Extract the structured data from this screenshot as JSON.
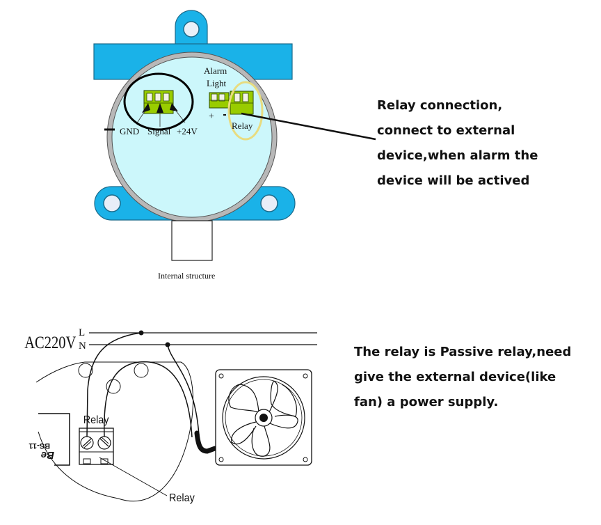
{
  "top_diagram": {
    "caption": "Internal structure",
    "labels": {
      "alarm": "Alarm",
      "light": "Light",
      "plus": "+",
      "minus": "-",
      "relay": "Relay",
      "gnd": "GND",
      "signal": "Signal",
      "v24": "+24V"
    },
    "colors": {
      "housing": "#1ab2e8",
      "face": "#ccf7fb",
      "rim": "#b8b8b8",
      "terminal": "#99cc00",
      "highlight_ring": "#e8dc80"
    }
  },
  "top_note": {
    "lines": [
      "Relay connection,",
      "connect to external",
      "device,when alarm the",
      "device will be actived"
    ]
  },
  "bottom_diagram": {
    "supply": "AC220V",
    "line_l": "L",
    "line_n": "N",
    "relay_top_label": "Relay",
    "relay_pointer_label": "Relay",
    "board_text_1": "BS-11",
    "board_text_2": "Be"
  },
  "bottom_note": {
    "lines": [
      "The relay is Passive relay,need",
      "give the external device(like",
      "fan) a power supply."
    ]
  }
}
